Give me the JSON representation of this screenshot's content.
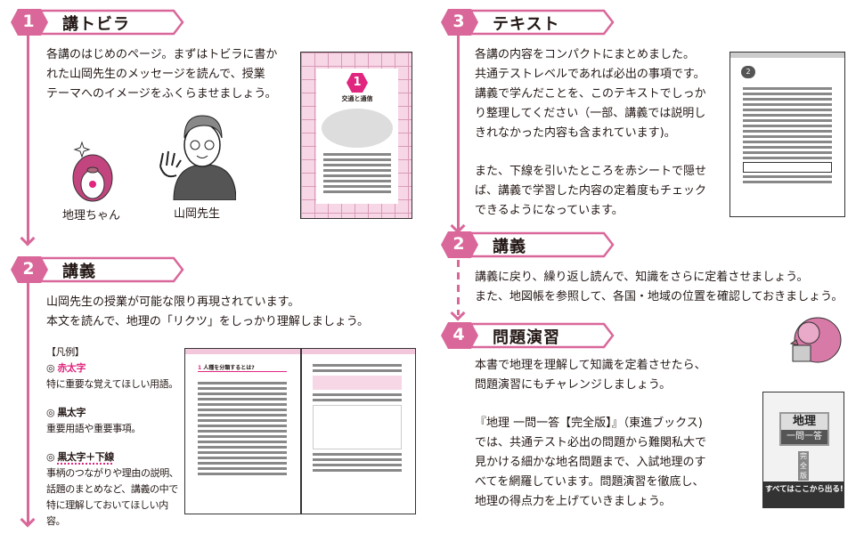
{
  "colors": {
    "accent": "#d9679a",
    "highlight": "#e0267e"
  },
  "section1": {
    "number": "1",
    "title": "講トビラ",
    "lines": [
      "各講のはじめのページ。まずはトビラに書か",
      "れた山岡先生のメッセージを読んで、授業",
      "テーマへのイメージをふくらませましょう。"
    ],
    "characters": [
      "地理ちゃん",
      "山岡先生"
    ],
    "thumb": {
      "chapter": "1",
      "title": "交通と通信"
    }
  },
  "section2": {
    "number": "2",
    "title": "講義",
    "lines": [
      "山岡先生の授業が可能な限り再現されています。",
      "本文を読んで、地理の「リクツ」をしっかり理解しましょう。"
    ],
    "legend": {
      "heading": "【凡例】",
      "marker": "◎",
      "items": [
        {
          "label": "赤太字",
          "desc": [
            "特に重要な覚えてほしい用語。"
          ]
        },
        {
          "label": "黒太字",
          "desc": [
            "重要用語や重要事項。"
          ]
        },
        {
          "label": "黒太字＋下線",
          "desc": [
            "事柄のつながりや理由の説明、",
            "話題のまとめなど、講義の中で",
            "特に理解しておいてほしい内",
            "容。"
          ]
        }
      ]
    },
    "spread": {
      "section": "1",
      "title": "人種を分類するとは?"
    }
  },
  "section3": {
    "number": "3",
    "title": "テキスト",
    "lines": [
      "各講の内容をコンパクトにまとめました。",
      "共通テストレベルであれば必出の事項です。",
      "講義で学んだことを、このテキストでしっか",
      "り整理してください（一部、講義では説明し",
      "きれなかった内容も含まれています)。"
    ],
    "lines2": [
      "また、下線を引いたところを赤シートで隠せ",
      "ば、講義で学習した内容の定着度もチェック",
      "できるようになっています。"
    ],
    "thumb": {
      "chapter": "2"
    }
  },
  "section2b": {
    "number": "2",
    "title": "講義",
    "lines": [
      "講義に戻り、繰り返し読んで、知識をさらに定着させましょう。",
      "また、地図帳を参照して、各国・地域の位置を確認しておきましょう。"
    ]
  },
  "section4": {
    "number": "4",
    "title": "問題演習",
    "lines": [
      "本書で地理を理解して知識を定着させたら、",
      "問題演習にもチャレンジしましょう。"
    ],
    "lines2": [
      "『地理 一問一答【完全版】』（東進ブックス)",
      "では、共通テスト必出の問題から難関私大で",
      "見かける細かな地名問題まで、入試地理のす",
      "べてを網羅しています。問題演習を徹底し、",
      "地理の得点力を上げていきましょう。"
    ],
    "book": {
      "title1": "地理",
      "title2": "一問一答",
      "edition": "完全版",
      "banner": "すべてはここから出る!!"
    }
  }
}
